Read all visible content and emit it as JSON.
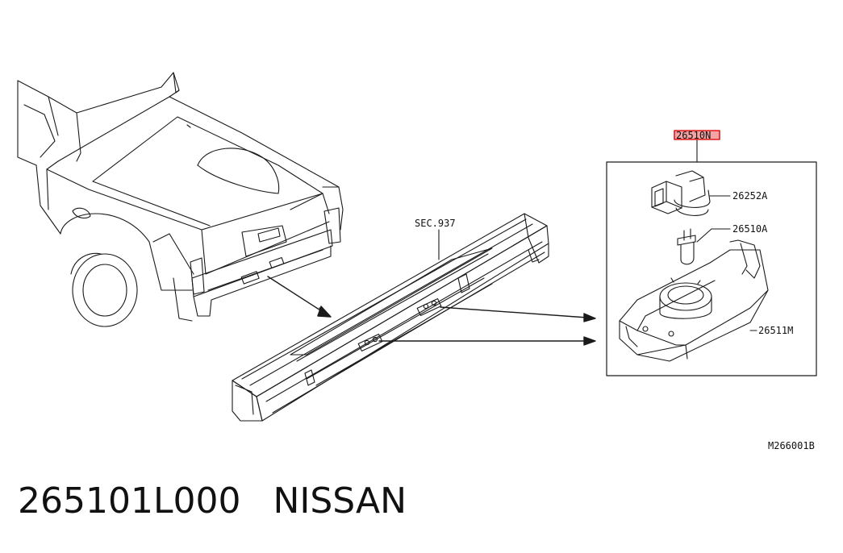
{
  "labels": {
    "part_number": "26510N",
    "sec_ref": "SEC.937",
    "part_a": "26252A",
    "part_b": "26510A",
    "part_c": "26511M",
    "figure_id": "M266001B"
  },
  "caption": {
    "part_code": "265101L000",
    "brand": "NISSAN"
  },
  "colors": {
    "highlight": "#e01818",
    "line": "#1a1a1a"
  }
}
